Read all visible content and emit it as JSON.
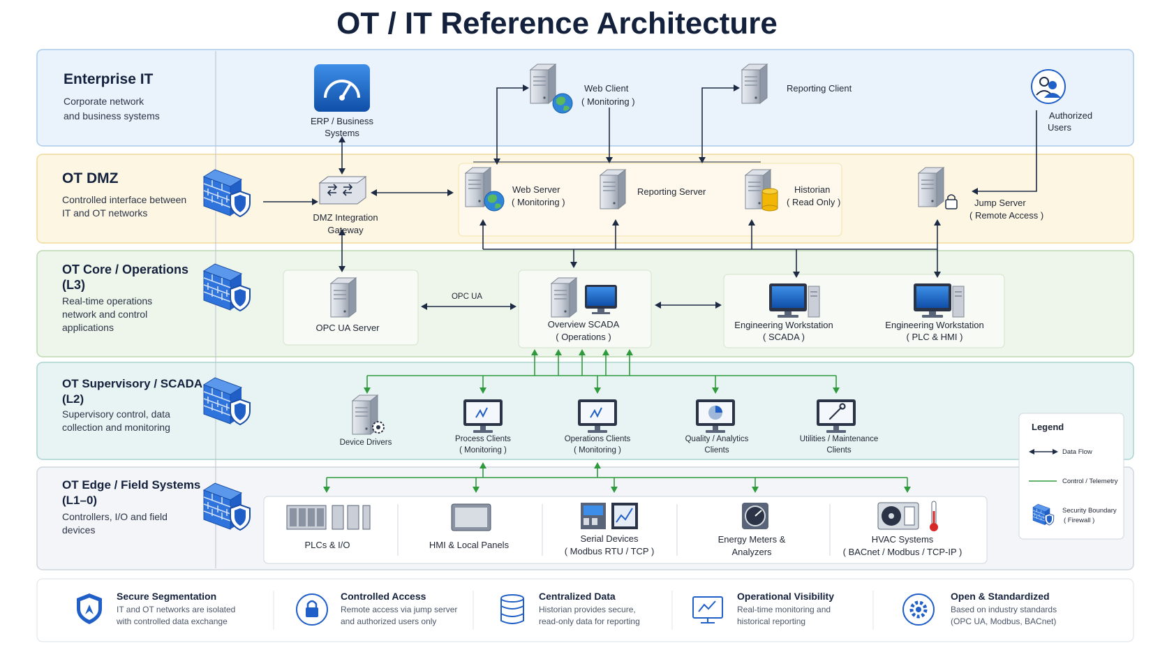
{
  "title": "OT / IT Reference Architecture",
  "zones": {
    "enterprise": {
      "title": "Enterprise IT",
      "desc": [
        "Corporate network",
        "and business systems"
      ],
      "color": "#eaf3fc",
      "border": "#a9cbeb"
    },
    "dmz": {
      "title": "OT DMZ",
      "desc": [
        "Controlled interface between",
        "IT and OT networks"
      ],
      "color": "#fdf6e3",
      "border": "#f0d99a"
    },
    "core": {
      "title": [
        "OT Core / Operations",
        "(L3)"
      ],
      "desc": [
        "Real-time operations",
        "network and control",
        "applications"
      ],
      "color": "#eef5ea",
      "border": "#bcd8b0"
    },
    "supervisory": {
      "title": [
        "OT Supervisory / SCADA",
        "(L2)"
      ],
      "desc": [
        "Supervisory control, data",
        "collection and monitoring"
      ],
      "color": "#e8f4f3",
      "border": "#a9d3cf"
    },
    "edge": {
      "title": [
        "OT Edge / Field Systems",
        "(L1–0)"
      ],
      "desc": [
        "Controllers, I/O and field",
        "devices"
      ],
      "color": "#f3f5f8",
      "border": "#cfd6df"
    }
  },
  "nodes": {
    "erp": [
      "ERP / Business",
      "Systems"
    ],
    "web_client": [
      "Web Client",
      "( Monitoring )"
    ],
    "reporting_client": "Reporting Client",
    "authorized_users": [
      "Authorized",
      "Users"
    ],
    "dmz_gateway": [
      "DMZ Integration",
      "Gateway"
    ],
    "web_server": [
      "Web Server",
      "( Monitoring )"
    ],
    "reporting_server": "Reporting Server",
    "historian": [
      "Historian",
      "( Read Only )"
    ],
    "jump_server": [
      "Jump Server",
      "( Remote Access )"
    ],
    "opc_server": "OPC UA Server",
    "opc_link": "OPC UA",
    "scada": [
      "Overview SCADA",
      "( Operations )"
    ],
    "eng_scada": [
      "Engineering Workstation",
      "( SCADA )"
    ],
    "eng_plc": [
      "Engineering Workstation",
      "( PLC & HMI )"
    ],
    "device_drivers": "Device Drivers",
    "process_clients": [
      "Process Clients",
      "( Monitoring )"
    ],
    "ops_clients": [
      "Operations Clients",
      "( Monitoring )"
    ],
    "quality_clients": [
      "Quality / Analytics",
      "Clients"
    ],
    "utility_clients": [
      "Utilities / Maintenance",
      "Clients"
    ],
    "plcs": "PLCs & I/O",
    "hmi": "HMI & Local Panels",
    "serial": [
      "Serial Devices",
      "( Modbus RTU / TCP )"
    ],
    "energy": [
      "Energy Meters &",
      "Analyzers"
    ],
    "hvac": [
      "HVAC Systems",
      "( BACnet / Modbus / TCP-IP )"
    ]
  },
  "legend": {
    "title": "Legend",
    "data_flow": "Data Flow",
    "control": "Control / Telemetry",
    "boundary": [
      "Security Boundary",
      "( Firewall )"
    ]
  },
  "features": [
    {
      "title": "Secure Segmentation",
      "desc": [
        "IT and OT networks are isolated",
        "with controlled data exchange"
      ],
      "icon": "shield-icon"
    },
    {
      "title": "Controlled Access",
      "desc": [
        "Remote access via jump server",
        "and authorized users only"
      ],
      "icon": "lock-icon"
    },
    {
      "title": "Centralized Data",
      "desc": [
        "Historian provides secure,",
        "read-only data for reporting"
      ],
      "icon": "database-icon"
    },
    {
      "title": "Operational Visibility",
      "desc": [
        "Real-time monitoring and",
        "historical reporting"
      ],
      "icon": "monitor-icon"
    },
    {
      "title": "Open & Standardized",
      "desc": [
        "Based on industry standards",
        "(OPC UA, Modbus, BACnet)"
      ],
      "icon": "gear-icon"
    }
  ],
  "colors": {
    "data_flow": "#1d2a44",
    "control": "#2e9a3c",
    "accent": "#1f6fd1"
  }
}
